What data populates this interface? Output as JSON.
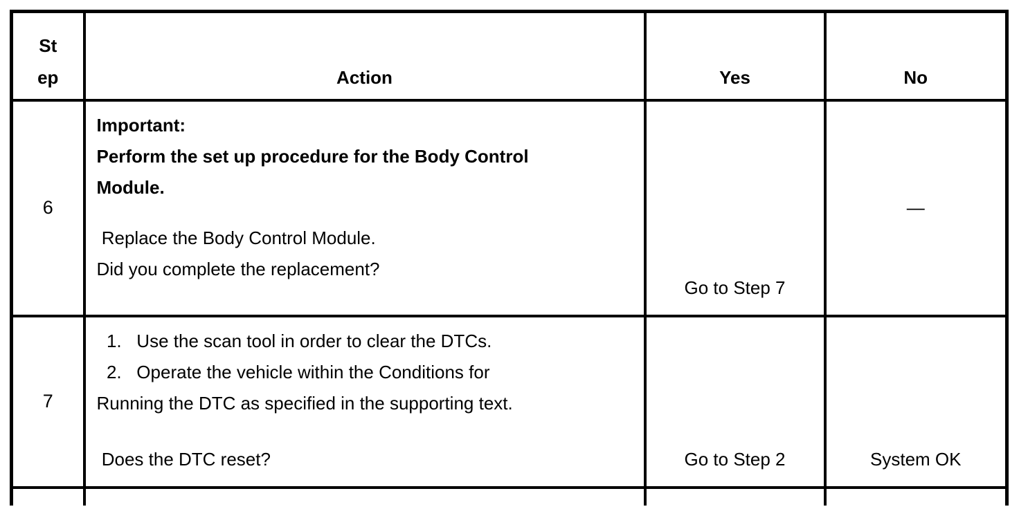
{
  "table": {
    "header": {
      "step": "St\nep",
      "action": "Action",
      "yes": "Yes",
      "no": "No"
    },
    "rows": [
      {
        "step": "6",
        "action_important": "Important:\nPerform the set up procedure for the Body Control\nModule.",
        "action_body": " Replace the Body Control Module.\nDid you complete the replacement?",
        "yes": "Go to Step 7",
        "no": "—"
      },
      {
        "step": "7",
        "action_body": "  1.   Use the scan tool in order to clear the DTCs.\n  2.   Operate the vehicle within the Conditions for\nRunning the DTC as specified in the supporting text.",
        "action_question": " Does the DTC reset?",
        "yes": "Go to Step 2",
        "no": "System OK"
      }
    ]
  },
  "colors": {
    "border": "#000000",
    "background": "#ffffff",
    "text": "#000000"
  }
}
